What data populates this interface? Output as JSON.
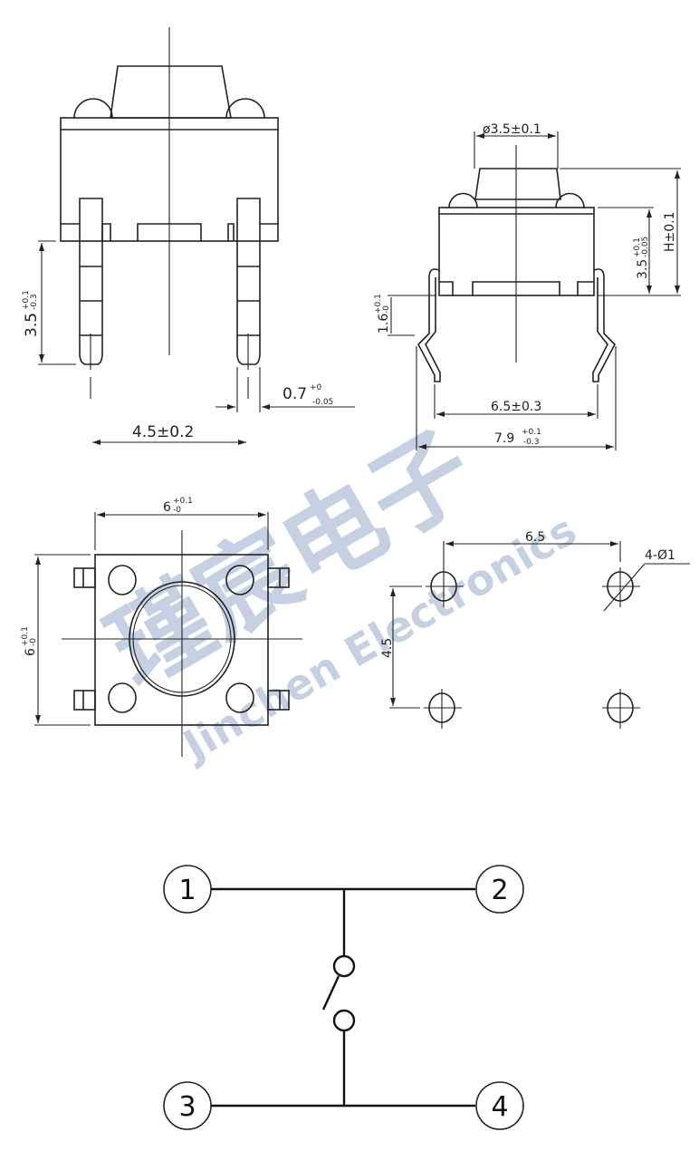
{
  "drawing": {
    "front_view": {
      "dims": {
        "lead_length": {
          "base": "3.5",
          "upper": "+0.1",
          "lower": "-0.3"
        },
        "lead_pitch": "4.5±0.2",
        "lead_width": {
          "base": "0.7",
          "upper": "+0",
          "lower": "-0.05"
        }
      }
    },
    "side_view": {
      "dims": {
        "actuator_dia": "ø3.5±0.1",
        "height": "H±0.1",
        "body_height": {
          "base": "3.5",
          "upper": "+0.1",
          "lower": "-0.05"
        },
        "standoff": {
          "base": "1.6",
          "upper": "+0.1",
          "lower": "-0"
        },
        "lead_span_inner": "6.5±0.3",
        "lead_span_outer": {
          "base": "7.9",
          "upper": "+0.1",
          "lower": "-0.3"
        }
      }
    },
    "top_view": {
      "dims": {
        "width": {
          "base": "6",
          "upper": "+0.1",
          "lower": "-0"
        },
        "height": {
          "base": "6",
          "upper": "+0.1",
          "lower": "-0"
        }
      }
    },
    "pcb_layout": {
      "dims": {
        "pitch_x": "6.5",
        "pitch_y": "4.5",
        "holes": "4-Ø1"
      }
    },
    "schematic": {
      "pins": [
        "1",
        "2",
        "3",
        "4"
      ]
    },
    "watermark": {
      "cn": "瑾宸电子",
      "en": "Jinchen Electronics"
    }
  }
}
